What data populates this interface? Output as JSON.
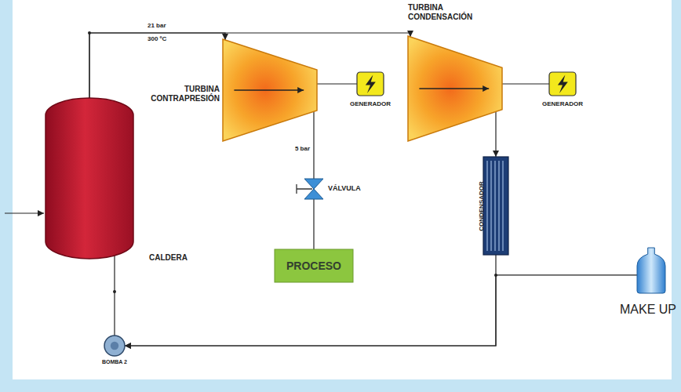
{
  "diagram": {
    "nodes": [
      {
        "text": [
          "CALDERA"
        ]
      },
      {
        "text": [
          "TURBINA CONTRAPRESIÓN"
        ]
      },
      {
        "text": [
          "GENERADOR"
        ]
      },
      {
        "text": [
          "TURBINA CONDENSACIÓN"
        ]
      },
      {
        "text": [
          "GENERADOR"
        ]
      },
      {
        "text": [
          "VÁLVULA"
        ]
      },
      {
        "text": [
          "PROCESO"
        ]
      },
      {
        "text": [
          "CONDENSADOR"
        ]
      },
      {
        "text": [
          "MAKE UP"
        ]
      },
      {
        "text": [
          "BOMBA 2"
        ]
      }
    ],
    "edges": [
      {
        "from": 0,
        "to": 1,
        "arrow": "to"
      },
      {
        "from": 0,
        "to": 3,
        "arrow": "to"
      },
      {
        "from": 1,
        "to": 2,
        "arrow": "none"
      },
      {
        "from": 3,
        "to": 4,
        "arrow": "none"
      },
      {
        "from": 1,
        "to": 5,
        "arrow": "none"
      },
      {
        "from": 5,
        "to": 6,
        "arrow": "none"
      },
      {
        "from": 3,
        "to": 7,
        "arrow": "to"
      },
      {
        "from": 7,
        "to": 9,
        "arrow": "to"
      },
      {
        "from": 8,
        "to": 9,
        "arrow": "to"
      },
      {
        "from": 9,
        "to": 0,
        "arrow": "none"
      }
    ],
    "labels": [
      "21 bar",
      "300 ºC",
      "5 bar"
    ]
  }
}
